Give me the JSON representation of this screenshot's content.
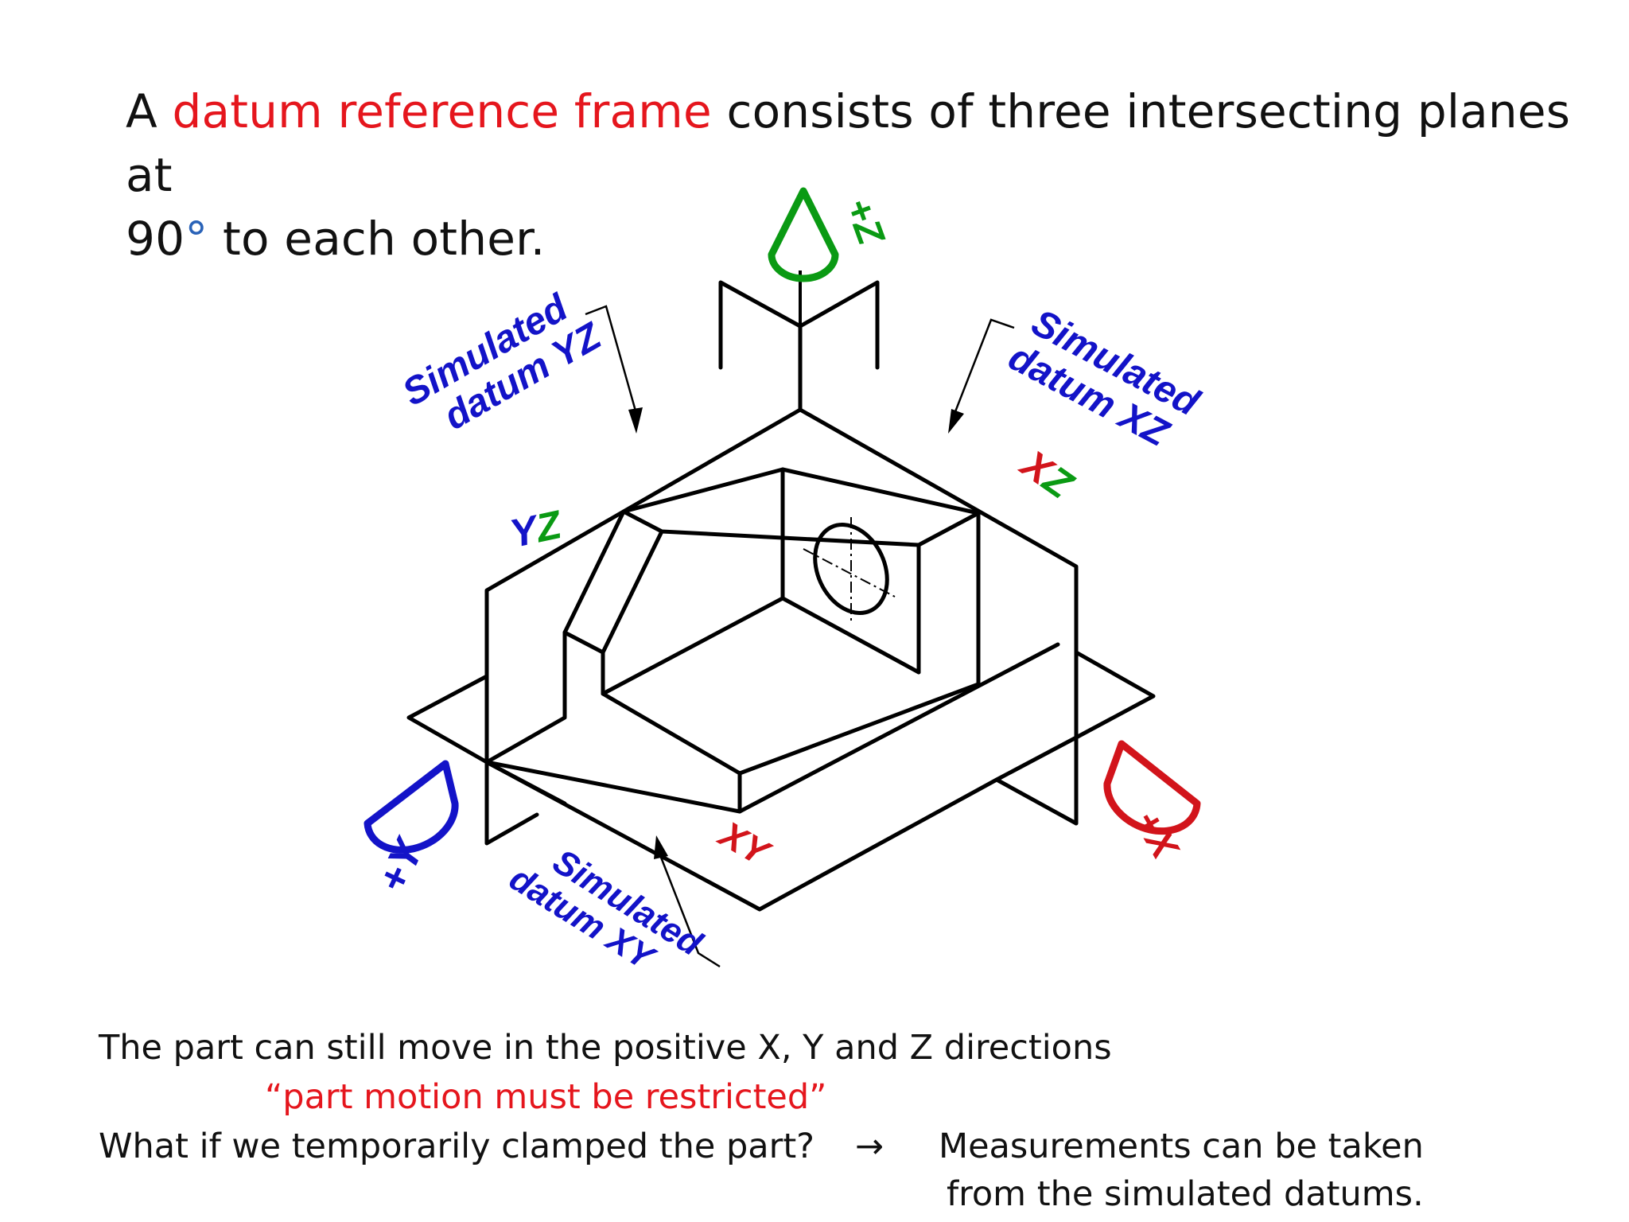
{
  "title": {
    "part1": "A ",
    "highlight": "datum reference frame",
    "part2": " consists of three intersecting planes at",
    "line2_number": "90",
    "line2_degree": "°",
    "line2_rest": " to each other."
  },
  "diagram": {
    "axes": {
      "z": {
        "label": "+Z",
        "color": "#0a9a13"
      },
      "y": {
        "label": "+Y",
        "color": "#1313c8"
      },
      "x": {
        "label": "+X",
        "color": "#d2141b"
      }
    },
    "plane_labels": {
      "yz": {
        "first": "Y",
        "second": "Z"
      },
      "xz": {
        "first": "X",
        "second": "Z"
      },
      "xy": {
        "text": "XY"
      }
    },
    "callouts": {
      "yz": {
        "line1": "Simulated",
        "line2": "datum YZ"
      },
      "xz": {
        "line1": "Simulated",
        "line2": "datum XZ"
      },
      "xy": {
        "line1": "Simulated",
        "line2": "datum XY"
      }
    },
    "colors": {
      "callout_blue": "#1313c8",
      "line": "#000000"
    }
  },
  "text": {
    "line1": "The part can still move in the positive X, Y and Z directions",
    "quote": "“part motion must be restricted”",
    "question": "What if we temporarily clamped the part?",
    "arrow": "→",
    "answer_line1": "Measurements can be taken",
    "answer_line2": "from the simulated datums."
  }
}
